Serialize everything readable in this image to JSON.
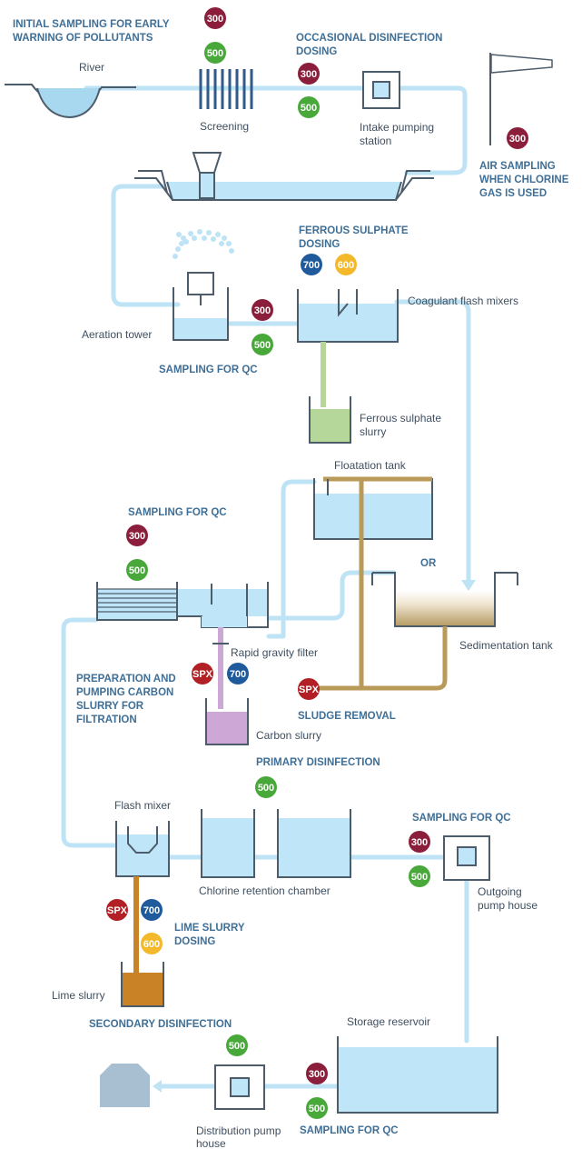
{
  "headings": {
    "initial_sampling_1": "INITIAL SAMPLING FOR EARLY",
    "initial_sampling_2": "WARNING OF POLLUTANTS",
    "occasional_1": "OCCASIONAL DISINFECTION",
    "occasional_2": "DOSING",
    "air_1": "AIR SAMPLING",
    "air_2": "WHEN CHLORINE",
    "air_3": "GAS IS USED",
    "ferrous_1": "FERROUS SULPHATE",
    "ferrous_2": "DOSING",
    "sampling_qc_1": "SAMPLING FOR QC",
    "sampling_qc_2": "SAMPLING FOR QC",
    "or": "OR",
    "carbon_prep_1": "PREPARATION AND",
    "carbon_prep_2": "PUMPING CARBON",
    "carbon_prep_3": "SLURRY FOR",
    "carbon_prep_4": "FILTRATION",
    "sludge_removal": "SLUDGE REMOVAL",
    "primary_disinfection": "PRIMARY DISINFECTION",
    "sampling_qc_3": "SAMPLING FOR QC",
    "lime_1": "LIME SLURRY",
    "lime_2": "DOSING",
    "secondary_disinfection": "SECONDARY DISINFECTION",
    "sampling_qc_4": "SAMPLING FOR QC"
  },
  "labels": {
    "river": "River",
    "screening": "Screening",
    "intake_1": "Intake pumping",
    "intake_2": "station",
    "aeration": "Aeration tower",
    "coagulant": "Coagulant flash mixers",
    "ferrous_slurry_1": "Ferrous sulphate",
    "ferrous_slurry_2": "slurry",
    "floatation": "Floatation tank",
    "sedimentation": "Sedimentation tank",
    "rapid_filter": "Rapid gravity filter",
    "carbon_slurry": "Carbon slurry",
    "flash_mixer": "Flash mixer",
    "chlorine_chamber": "Chlorine retention chamber",
    "outgoing_1": "Outgoing",
    "outgoing_2": "pump house",
    "lime_slurry": "Lime slurry",
    "storage": "Storage reservoir",
    "distribution_1": "Distribution pump",
    "distribution_2": "house"
  },
  "badges": {
    "b300_initial": "300",
    "b500_initial": "500",
    "b300_intake": "300",
    "b500_intake": "500",
    "b300_air": "300",
    "b700_ferrous": "700",
    "b600_ferrous": "600",
    "b300_aeration": "300",
    "b500_aeration": "500",
    "b300_filter": "300",
    "b500_filter": "500",
    "spx_carbon": "SPX",
    "b700_carbon": "700",
    "spx_sludge": "SPX",
    "b500_primary": "500",
    "b300_outgoing": "300",
    "b500_outgoing": "500",
    "spx_lime": "SPX",
    "b700_lime": "700",
    "b600_lime": "600",
    "b500_secondary": "500",
    "b300_storage": "300",
    "b500_storage": "500"
  },
  "colors": {
    "badge_300": "#8b1e3a",
    "badge_500": "#48a83a",
    "badge_700": "#1e5a9c",
    "badge_600": "#f3b92b",
    "badge_spx": "#b21f24",
    "water": "#bfe6f8",
    "pipe": "#bde3f5",
    "sludge_pipe": "#b99a59",
    "lime": "#c98326",
    "carbon": "#cda8d6",
    "ferrous": "#b5d79a",
    "heading": "#3f6f96"
  }
}
